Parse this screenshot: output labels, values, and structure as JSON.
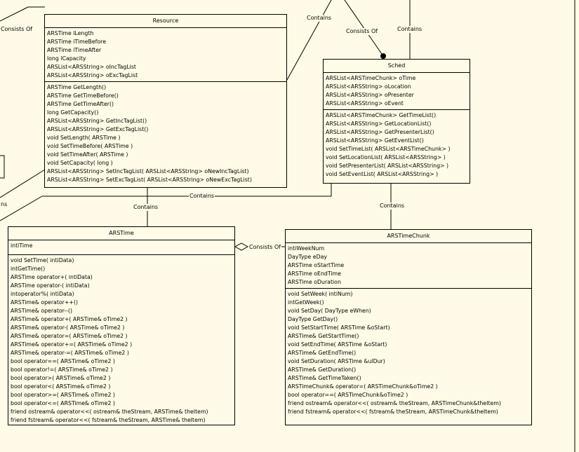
{
  "classes": {
    "resource": {
      "name": "Resource",
      "attributes": [
        "ARSTime lLength",
        "ARSTime iTimeBefore",
        "ARSTime iTimeAfter",
        "long lCapacity",
        "ARSList<ARSString> oIncTagList",
        "ARSList<ARSString> oExcTagList"
      ],
      "methods": [
        "ARSTime GetLength()",
        "ARSTime GetTimeBefore()",
        "ARSTime GetTimeAfter()",
        "long GetCapacity()",
        "ARSList<ARSString> GetIncTagList()",
        "ARSList<ARSString> GetExcTagList()",
        "void SetLength( ARSTime )",
        "void SetTimeBefore( ARSTime )",
        "void SetTimeAfter( ARSTime )",
        "void SetCapacity( long )",
        "ARSList<ARSString> SetIncTagList( ARSList<ARSString> oNewIncTagList)",
        "ARSList<ARSString> SetExcTagList( ARSList<ARSString> oNewExcTagList)"
      ]
    },
    "sched": {
      "name": "Sched",
      "attributes": [
        "ARSList<ARSTimeChunk> oTime",
        "ARSList<ARSString> oLocation",
        "ARSList<ARSString> oPresenter",
        "ARSList<ARSString> oEvent"
      ],
      "methods": [
        "ARSList<ARSTimeChunk> GetTimeList()",
        "ARSList<ARSString> GetLocationList()",
        "ARSList<ARSString> GetPresenterList()",
        "ARSList<ARSString> GetEventList()",
        "void SetTimeList( ARSList<ARSTimeChunk> )",
        "void SetLocationList( ARSList<ARSString> )",
        "void SetPresenterList( ARSList<ARSString> )",
        "void SetEventList( ARSList<ARSString> )"
      ]
    },
    "arstime": {
      "name": "ARSTime",
      "attributes": [
        "intiTime"
      ],
      "methods": [
        "void SetTime( intiData)",
        "intGetTime()",
        "ARSTime operator+( intiData)",
        "ARSTime operator-( intiData)",
        "intoperator%( intiData)",
        "ARSTime& operator++()",
        "ARSTime& operator--()",
        "ARSTime& operator+( ARSTime& oTime2 )",
        "ARSTime& operator-( ARSTime& oTime2 )",
        "ARSTime& operator=( ARSTime& oTime2 )",
        "ARSTime& operator+=( ARSTime& oTime2 )",
        "ARSTime& operator-=( ARSTime& oTime2 )",
        "bool operator==( ARSTime& oTime2 )",
        "bool operator!=( ARSTime& oTime2 )",
        "bool operator>( ARSTime& oTime2 )",
        "bool operator<( ARSTime& oTime2 )",
        "bool operator>=( ARSTime& oTime2 )",
        "bool operator<=( ARSTime& oTime2 )",
        "friend ostream& operator<<( ostream& theStream, ARSTime& theItem)",
        "friend fstream& operator<<( fstream& theStream, ARSTime& theItem)"
      ]
    },
    "arstimechunk": {
      "name": "ARSTimeChunk",
      "attributes": [
        "intiWeekNum",
        "DayType eDay",
        "ARSTime oStartTime",
        "ARSTime oEndTime",
        "ARSTime oDuration"
      ],
      "methods": [
        "void SetWeek( intiNum)",
        "intGetWeek()",
        "void SetDay( DayType eWhen)",
        "DayType GetDay()",
        "void SetStartTime( ARSTime &oStart)",
        "ARSTime& GetStartTime()",
        "void SetEndTime( ARSTime &oStart)",
        "ARSTime& GetEndTime()",
        "void SetDuration( ARSTime &ulDur)",
        "ARSTime& GetDuration()",
        "ARSTime& GetTimeTaken()",
        "ARSTimeChunk& operator=( ARSTimeChunk&oTime2 )",
        "bool operator==( ARSTimeChunk&oTime2 )",
        "friend ostream& operator<<( ostream& theStream, ARSTimeChunk&theItem)",
        "friend fstream& operator<<( fstream& theStream, ARSTimeChunk&theItem)"
      ]
    }
  },
  "relations": {
    "consists_of_left": "Consists Of",
    "contains_top": "Contains",
    "consists_of_sched": "Consists Of",
    "contains_top_right": "Contains",
    "contains_resource_arstime": "Contains",
    "contains_middle": "Contains",
    "contains_sched_chunk": "Contains",
    "consists_of_arstime": "Consists Of",
    "left_edge_fragment": "ns"
  }
}
